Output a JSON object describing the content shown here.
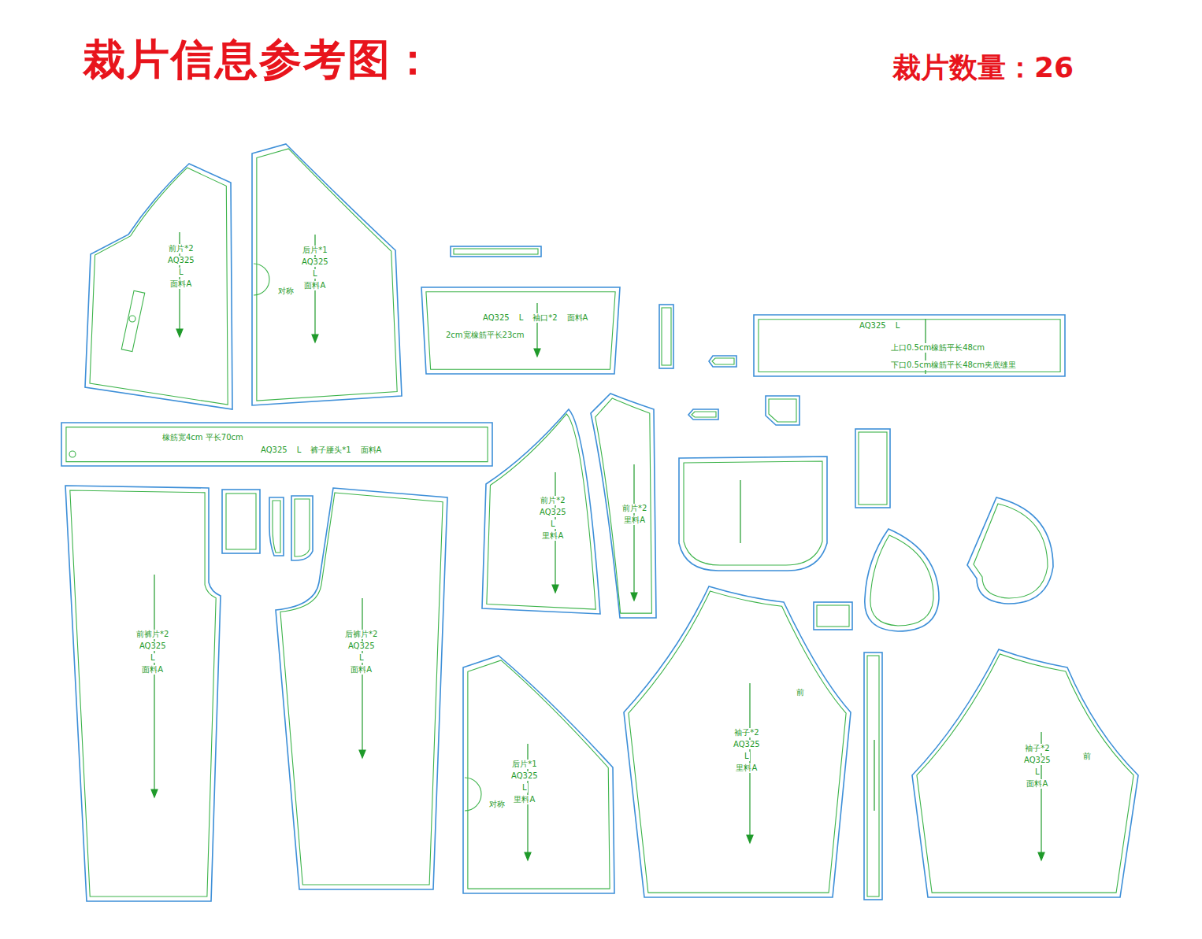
{
  "diagram": {
    "title": "裁片信息参考图：",
    "nodes": [
      {
        "text": [
          "前片*2",
          "AQ325",
          "L",
          "面料A"
        ]
      },
      {
        "text": [
          "后片*1",
          "AQ325",
          "L",
          "面料A",
          "对称"
        ]
      },
      {
        "text": [
          "AQ325",
          "L",
          "袖口*2",
          "面料A",
          "2cm宽橡筋平长23cm"
        ]
      },
      {
        "text": [
          "AQ325",
          "L",
          "上口0.5cm橡筋平长48cm",
          "下口0.5cm橡筋平长48cm夹底缝里"
        ]
      },
      {
        "text": [
          "橡筋宽4cm 平长70cm",
          "AQ325",
          "L",
          "裤子腰头*1",
          "面料A"
        ]
      },
      {
        "text": [
          "前裤片*2",
          "AQ325",
          "L",
          "面料A"
        ]
      },
      {
        "text": [
          "后裤片*2",
          "AQ325",
          "L",
          "面料A"
        ]
      },
      {
        "text": [
          "前片*2",
          "AQ325",
          "L",
          "里料A"
        ]
      },
      {
        "text": [
          "前片*2",
          "里料A"
        ]
      },
      {
        "text": [
          "后片*1",
          "AQ325",
          "L",
          "里料A",
          "对称"
        ]
      },
      {
        "text": [
          "袖子*2",
          "AQ325",
          "L",
          "里料A",
          "前"
        ]
      },
      {
        "text": [
          "袖子*2",
          "AQ325",
          "L",
          "面料A",
          "前"
        ]
      }
    ],
    "labels": [
      "裁片数量：26"
    ]
  }
}
